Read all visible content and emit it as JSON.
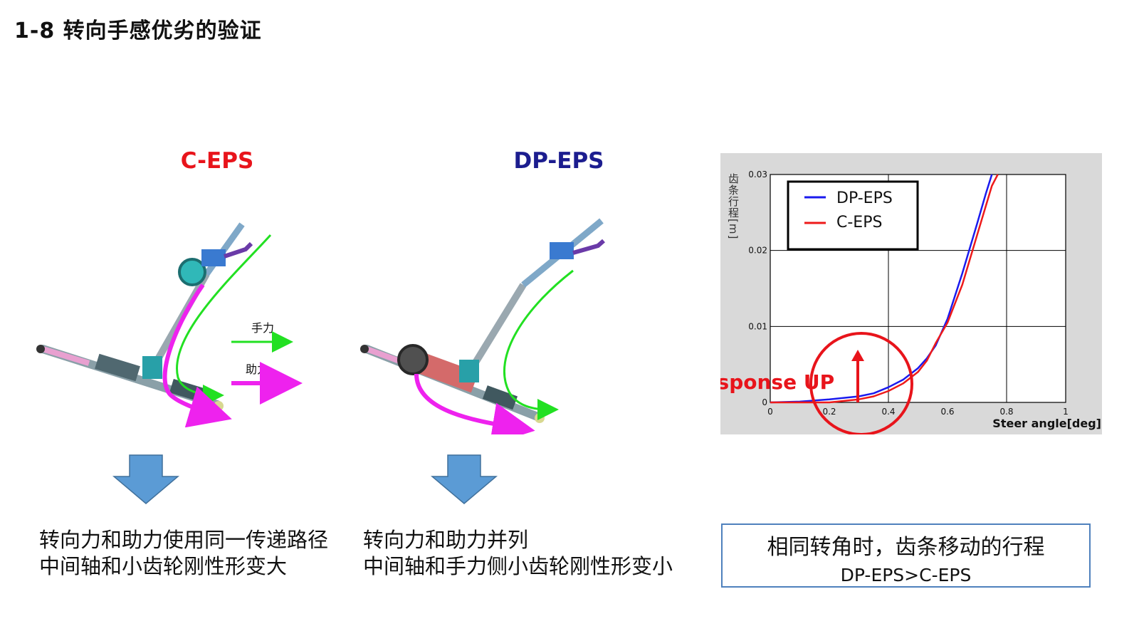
{
  "slide": {
    "title": "1-8  转向手感优劣的验证"
  },
  "left_panel": {
    "title": "C-EPS",
    "legend_hand_force": "手力",
    "legend_assist_force": "助力",
    "description": [
      "转向力和助力使用同一传递路径",
      "中间轴和小齿轮刚性形变大"
    ]
  },
  "middle_panel": {
    "title": "DP-EPS",
    "description": [
      "转向力和助力并列",
      "中间轴和手力侧小齿轮刚性形变小"
    ]
  },
  "conclusion": {
    "line1": "相同转角时，齿条移动的行程",
    "line2": "DP-EPS>C-EPS"
  },
  "colors": {
    "title_c_eps": "#e8141b",
    "title_dp_eps": "#1c1d8f",
    "hand_force_arrow": "#22e022",
    "assist_force_arrow": "#ee22ee",
    "down_arrow": "#5b9bd5",
    "conclusion_border": "#4f81bd",
    "series_dp_eps": "#1a1aee",
    "series_c_eps": "#ee1a1a",
    "annotation": "#e8141b"
  },
  "icons": {
    "down_arrow": "down-arrow-icon",
    "steering_c_eps": "steering-column-assist-illustration",
    "steering_dp_eps": "dual-pinion-assist-illustration"
  },
  "chart_data": {
    "type": "line",
    "xlabel": "Steer angle[deg]",
    "ylabel": "齿条行程[m]",
    "xlim": [
      0,
      1
    ],
    "ylim": [
      0,
      0.03
    ],
    "x_ticks": [
      "0",
      "0.2",
      "0.4",
      "0.6",
      "0.8",
      "1"
    ],
    "y_ticks": [
      "0",
      "0.01",
      "0.02",
      "0.03"
    ],
    "grid": true,
    "legend_position": "top-left",
    "annotation": "Response UP",
    "series": [
      {
        "name": "DP-EPS",
        "x": [
          0,
          0.1,
          0.2,
          0.3,
          0.35,
          0.4,
          0.45,
          0.5,
          0.53,
          0.56,
          0.6,
          0.65,
          0.7,
          0.73,
          0.75
        ],
        "y": [
          0,
          0.0001,
          0.0004,
          0.0008,
          0.0012,
          0.002,
          0.003,
          0.0045,
          0.0058,
          0.0075,
          0.011,
          0.017,
          0.0235,
          0.0275,
          0.03
        ]
      },
      {
        "name": "C-EPS",
        "x": [
          0,
          0.2,
          0.3,
          0.35,
          0.4,
          0.45,
          0.5,
          0.53,
          0.56,
          0.6,
          0.65,
          0.7,
          0.75,
          0.77
        ],
        "y": [
          0,
          0,
          0.0004,
          0.0008,
          0.0015,
          0.0025,
          0.004,
          0.0055,
          0.0078,
          0.0105,
          0.0155,
          0.022,
          0.0285,
          0.03
        ]
      }
    ]
  }
}
